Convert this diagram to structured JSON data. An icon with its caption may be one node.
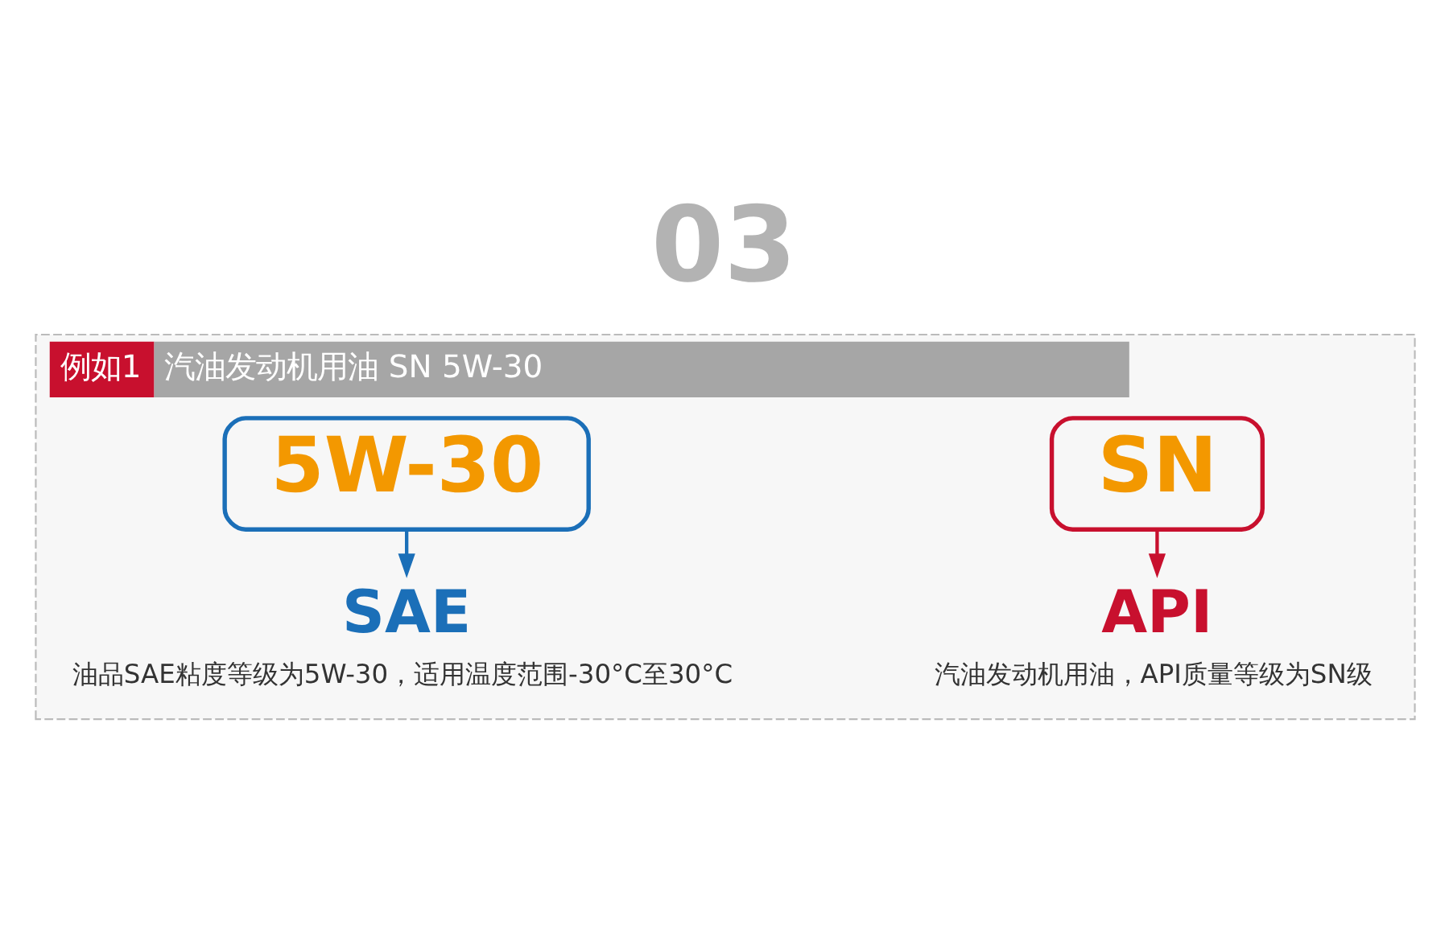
{
  "diagram": {
    "title": "03",
    "nodes": [
      {
        "text": [
          "例如1",
          "汽油发动机用油 SN 5W-30"
        ]
      },
      {
        "text": [
          "SN"
        ],
        "in": 0
      },
      {
        "text": [
          "API"
        ],
        "in": 0,
        "beside": [
          "汽油发动机用油，API质量等级为SN级"
        ]
      },
      {
        "text": [
          "5W-30"
        ],
        "in": 0
      },
      {
        "text": [
          "SAE"
        ],
        "in": 0,
        "beside": [
          "油品SAE粘度等级为5W-30，适用温度范围-30°C至30°C"
        ]
      }
    ],
    "edges": [
      {
        "from": 1,
        "to": 2,
        "arrow": "to",
        "color": "#c8102e"
      },
      {
        "from": 3,
        "to": 4,
        "arrow": "to",
        "color": "#1b6fb8"
      }
    ]
  }
}
